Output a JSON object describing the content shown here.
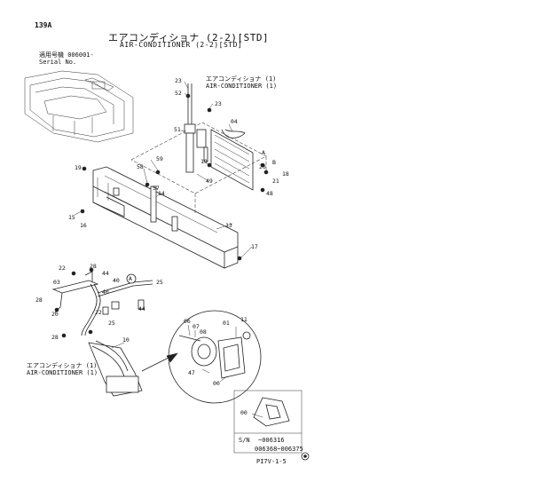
{
  "page_id": "139A",
  "title_jp": "エアコンディショナ (2-2)[STD]",
  "title_en": "AIR-CONDITIONER (2-2)[STD]",
  "serial_label_jp": "適用号機 006001-",
  "serial_label_en": "Serial No.",
  "callout_top_jp": "エアコンディショナ (1)",
  "callout_top_en": "AIR-CONDITIONER (1)",
  "callout_left_jp": "エアコンディショナ (1)",
  "callout_left_en": "AIR-CONDITIONER (1)",
  "sn_label": "S/N",
  "sn_range_1": "~006316",
  "sn_range_2": "006368~006375",
  "footer_code": "PI7V-1-5",
  "labels": {
    "p23a": "23",
    "p52": "52",
    "p23b": "23",
    "p04": "04",
    "p51": "51",
    "p19a": "19",
    "pA": "A",
    "p20": "20",
    "pB": "B",
    "p18": "18",
    "p21": "21",
    "p49": "49",
    "p48": "48",
    "p59": "59",
    "p58": "58",
    "p57": "57",
    "p14": "14",
    "p19b": "19",
    "p15": "15",
    "p16": "16",
    "p13": "13",
    "p17": "17",
    "p22": "22",
    "p28a": "28",
    "p44a": "44",
    "p03": "03",
    "p40a": "40",
    "p40b": "40",
    "pA2": "A",
    "p25": "25",
    "p28b": "28",
    "p20b": "20",
    "p44b": "44",
    "p22b": "22",
    "p25b": "25",
    "p28c": "28",
    "p10": "10",
    "p06": "06",
    "p07": "07",
    "p08": "08",
    "p01": "01",
    "p11": "11",
    "p47": "47",
    "p00a": "00",
    "p00b": "00"
  }
}
